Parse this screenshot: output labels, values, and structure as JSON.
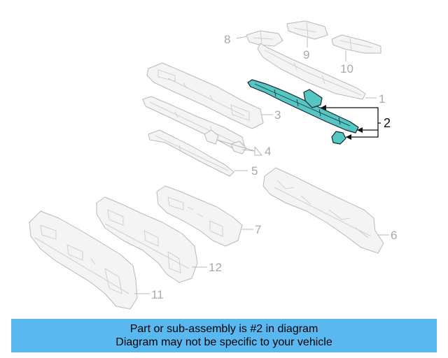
{
  "colors": {
    "highlight_fill": "#54c7c2",
    "banner_background": "#5ab8f0",
    "ghost_stroke": "#b9b9b9"
  },
  "callouts": {
    "c1": "1",
    "c2": "2",
    "c3": "3",
    "c4": "4",
    "c5": "5",
    "c6": "6",
    "c7": "7",
    "c8": "8",
    "c9": "9",
    "c10": "10",
    "c11": "11",
    "c12": "12"
  },
  "highlighted_part": "2",
  "banner": {
    "line1": "Part or sub-assembly is #2 in diagram",
    "line2": "Diagram may not be specific to your vehicle"
  }
}
